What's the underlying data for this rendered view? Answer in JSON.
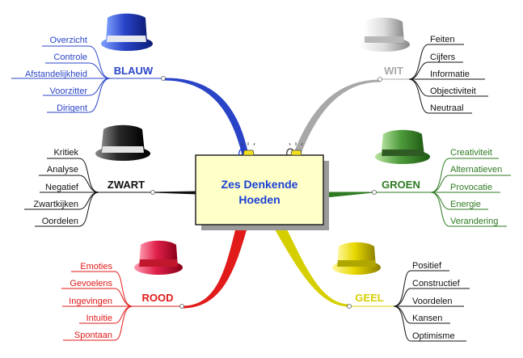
{
  "center": {
    "line1": "Zes Denkende",
    "line2": "Hoeden"
  },
  "colors": {
    "blauw": "#2a44c8",
    "wit": "#a8a8a8",
    "zwart": "#111111",
    "groen": "#2e7a22",
    "rood": "#e11a1a",
    "geel": "#d6cf00",
    "note_fill": "#ffffc8"
  },
  "hats": {
    "blauw": {
      "label": "BLAUW",
      "icon": "blue-hat-icon",
      "items": [
        "Overzicht",
        "Controle",
        "Afstandelijkheid",
        "Voorzitter",
        "Dirigent"
      ]
    },
    "wit": {
      "label": "WIT",
      "icon": "white-hat-icon",
      "items": [
        "Feiten",
        "Cijfers",
        "Informatie",
        "Objectiviteit",
        "Neutraal"
      ]
    },
    "zwart": {
      "label": "ZWART",
      "icon": "black-hat-icon",
      "items": [
        "Kritiek",
        "Analyse",
        "Negatief",
        "Zwartkijken",
        "Oordelen"
      ]
    },
    "groen": {
      "label": "GROEN",
      "icon": "green-hat-icon",
      "items": [
        "Creativiteit",
        "Alternatieven",
        "Provocatie",
        "Energie",
        "Verandering"
      ]
    },
    "rood": {
      "label": "ROOD",
      "icon": "red-hat-icon",
      "items": [
        "Emoties",
        "Gevoelens",
        "Ingevingen",
        "Intuitie",
        "Spontaan"
      ]
    },
    "geel": {
      "label": "GEEL",
      "icon": "yellow-hat-icon",
      "items": [
        "Positief",
        "Constructief",
        "Voordelen",
        "Kansen",
        "Optimisme"
      ]
    }
  }
}
